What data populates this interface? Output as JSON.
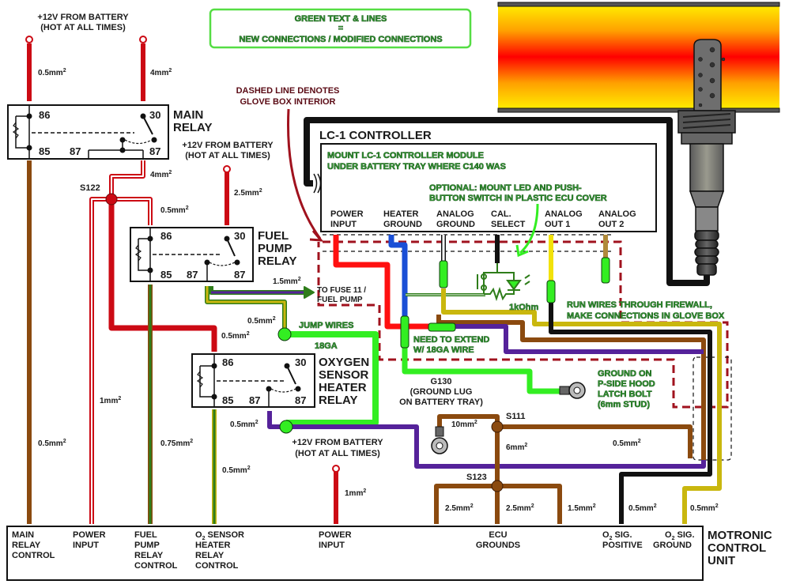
{
  "legend": {
    "line1": "GREEN TEXT & LINES",
    "line2": "=",
    "line3": "NEW CONNECTIONS / MODIFIED CONNECTIONS"
  },
  "notes": {
    "dashed_line_1": "DASHED LINE DENOTES",
    "dashed_line_2": "GLOVE BOX INTERIOR",
    "mount_lc1_1": "MOUNT LC-1 CONTROLLER MODULE",
    "mount_lc1_2": "UNDER BATTERY TRAY WHERE C140 WAS",
    "optional_1": "OPTIONAL: MOUNT LED AND PUSH-",
    "optional_2": "BUTTON SWITCH IN PLASTIC ECU COVER",
    "jump_wires": "JUMP WIRES",
    "gauge_18": "18GA",
    "extend_1": "NEED TO EXTEND",
    "extend_2": "W/ 18GA WIRE",
    "firewall_1": "RUN WIRES THROUGH FIREWALL,",
    "firewall_2": "MAKE CONNECTIONS IN GLOVE BOX",
    "ground_on_1": "GROUND ON",
    "ground_on_2": "P-SIDE HOOD",
    "ground_on_3": "LATCH BOLT",
    "ground_on_4": "(6mm STUD)",
    "resistor": "1kOhm",
    "g130_1": "G130",
    "g130_2": "(GROUND LUG",
    "g130_3": "ON BATTERY TRAY)",
    "fuse_1": "TO FUSE 11 /",
    "fuse_2": "FUEL PUMP"
  },
  "battery_labels": {
    "line1": "+12V FROM BATTERY",
    "line2": "(HOT AT ALL TIMES)"
  },
  "relays": {
    "main": {
      "name1": "MAIN",
      "name2": "RELAY"
    },
    "fuel": {
      "name1": "FUEL",
      "name2": "PUMP",
      "name3": "RELAY"
    },
    "o2": {
      "name1": "OXYGEN",
      "name2": "SENSOR",
      "name3": "HEATER",
      "name4": "RELAY"
    },
    "pins": {
      "p86": "86",
      "p85": "85",
      "p30": "30",
      "p87": "87"
    }
  },
  "splices": {
    "s122": "S122",
    "s111": "S111",
    "s123": "S123"
  },
  "wire_sizes": {
    "w05": "0.5mm",
    "w4": "4mm",
    "w25": "2.5mm",
    "w15": "1.5mm",
    "w1": "1mm",
    "w075": "0.75mm",
    "w10": "10mm",
    "w6": "6mm",
    "sq": "2"
  },
  "lc1": {
    "title": "LC-1 CONTROLLER",
    "pins": [
      {
        "l1": "POWER",
        "l2": "INPUT"
      },
      {
        "l1": "HEATER",
        "l2": "GROUND"
      },
      {
        "l1": "ANALOG",
        "l2": "GROUND"
      },
      {
        "l1": "CAL.",
        "l2": "SELECT"
      },
      {
        "l1": "ANALOG",
        "l2": "OUT 1"
      },
      {
        "l1": "ANALOG",
        "l2": "OUT 2"
      }
    ]
  },
  "ecu": {
    "title1": "MOTRONIC",
    "title2": "CONTROL",
    "title3": "UNIT",
    "pins": {
      "main_relay": [
        "MAIN",
        "RELAY",
        "CONTROL"
      ],
      "power_input_1": [
        "POWER",
        "INPUT"
      ],
      "fuel_pump": [
        "FUEL",
        "PUMP",
        "RELAY",
        "CONTROL"
      ],
      "o2_heater": [
        "O",
        "2",
        " SENSOR",
        "HEATER",
        "RELAY",
        "CONTROL"
      ],
      "power_input_2": [
        "POWER",
        "INPUT"
      ],
      "ecu_grounds": [
        "ECU",
        "GROUNDS"
      ],
      "o2_pos": [
        "O",
        "2",
        " SIG.",
        "POSITIVE"
      ],
      "o2_gnd": [
        "O",
        "2",
        " SIG.",
        "GROUND"
      ]
    }
  },
  "colors": {
    "red": "#cc0a14",
    "brown": "#8b4a0f",
    "green_new": "#33ee22",
    "dark_green": "#2e7d1a",
    "purple": "#55229a",
    "blue": "#1a4fd6",
    "yellow": "#f2e20a",
    "olive": "#c9b70e",
    "black": "#111111",
    "glovebox_dash": "#a0121e"
  }
}
